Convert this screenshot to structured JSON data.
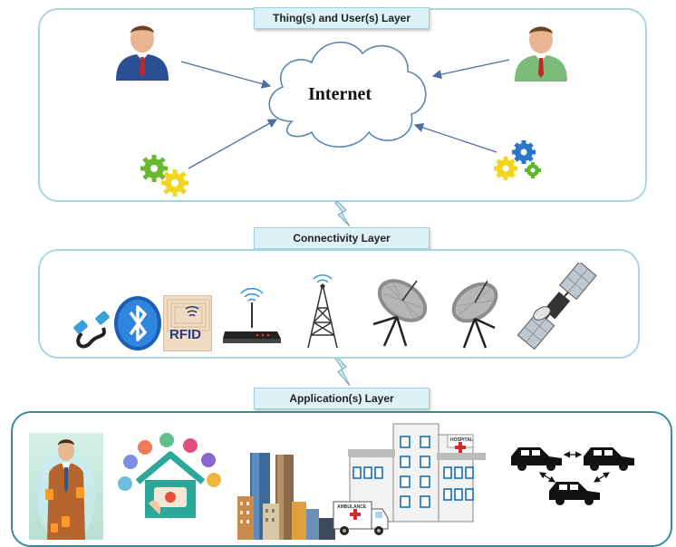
{
  "layers": {
    "top": {
      "label": "Thing(s) and User(s) Layer"
    },
    "middle": {
      "label": "Connectivity Layer"
    },
    "bottom": {
      "label": "Application(s) Layer"
    }
  },
  "cloud": {
    "label": "Internet"
  },
  "rfid_tag": {
    "label": "RFID"
  },
  "hospital": {
    "sign": "HOSPITAL"
  },
  "ambulance": {
    "label": "AMBULANCE"
  },
  "colors": {
    "layer_border": "#a9d6e3",
    "app_border": "#3c8aa2",
    "label_fill": "#dcf2f7",
    "arrow": "#4a6fa5"
  }
}
